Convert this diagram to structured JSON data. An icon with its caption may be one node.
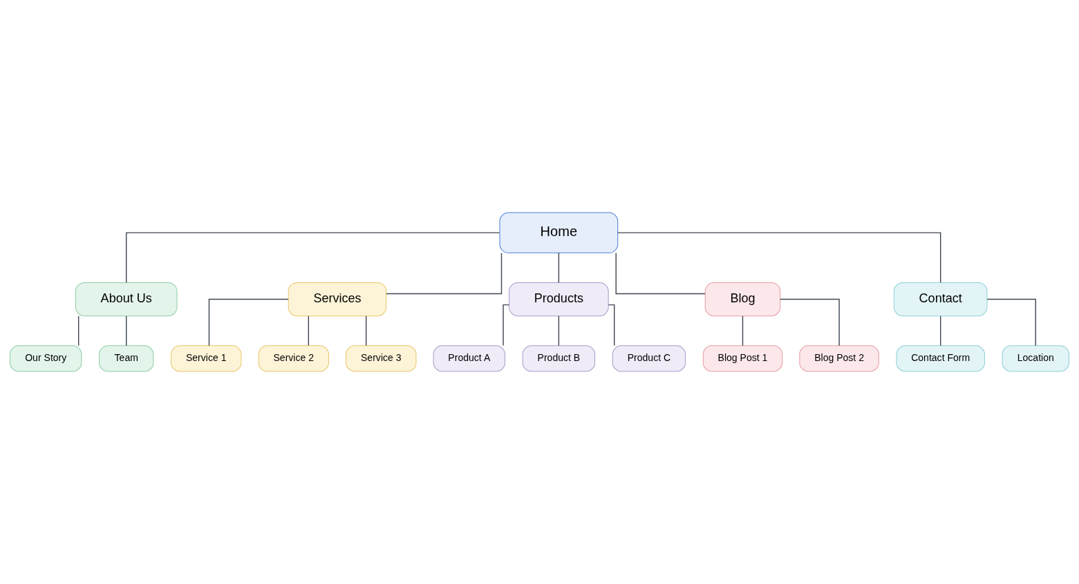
{
  "diagram": {
    "nodes": [
      {
        "text": [
          "Home"
        ]
      },
      {
        "text": [
          "About Us"
        ]
      },
      {
        "text": [
          "Services"
        ]
      },
      {
        "text": [
          "Products"
        ]
      },
      {
        "text": [
          "Blog"
        ]
      },
      {
        "text": [
          "Contact"
        ]
      },
      {
        "text": [
          "Our Story"
        ]
      },
      {
        "text": [
          "Team"
        ]
      },
      {
        "text": [
          "Service 1"
        ]
      },
      {
        "text": [
          "Service 2"
        ]
      },
      {
        "text": [
          "Service 3"
        ]
      },
      {
        "text": [
          "Product A"
        ]
      },
      {
        "text": [
          "Product B"
        ]
      },
      {
        "text": [
          "Product C"
        ]
      },
      {
        "text": [
          "Blog Post 1"
        ]
      },
      {
        "text": [
          "Blog Post 2"
        ]
      },
      {
        "text": [
          "Contact Form"
        ]
      },
      {
        "text": [
          "Location"
        ]
      }
    ],
    "edges": [
      {
        "from": 0,
        "to": 1,
        "arrow": "none"
      },
      {
        "from": 0,
        "to": 2,
        "arrow": "none"
      },
      {
        "from": 0,
        "to": 3,
        "arrow": "none"
      },
      {
        "from": 0,
        "to": 4,
        "arrow": "none"
      },
      {
        "from": 0,
        "to": 5,
        "arrow": "none"
      },
      {
        "from": 1,
        "to": 6,
        "arrow": "none"
      },
      {
        "from": 1,
        "to": 7,
        "arrow": "none"
      },
      {
        "from": 2,
        "to": 8,
        "arrow": "none"
      },
      {
        "from": 2,
        "to": 9,
        "arrow": "none"
      },
      {
        "from": 2,
        "to": 10,
        "arrow": "none"
      },
      {
        "from": 3,
        "to": 11,
        "arrow": "none"
      },
      {
        "from": 3,
        "to": 12,
        "arrow": "none"
      },
      {
        "from": 3,
        "to": 13,
        "arrow": "none"
      },
      {
        "from": 4,
        "to": 14,
        "arrow": "none"
      },
      {
        "from": 4,
        "to": 15,
        "arrow": "none"
      },
      {
        "from": 5,
        "to": 16,
        "arrow": "none"
      },
      {
        "from": 5,
        "to": 17,
        "arrow": "none"
      }
    ]
  }
}
